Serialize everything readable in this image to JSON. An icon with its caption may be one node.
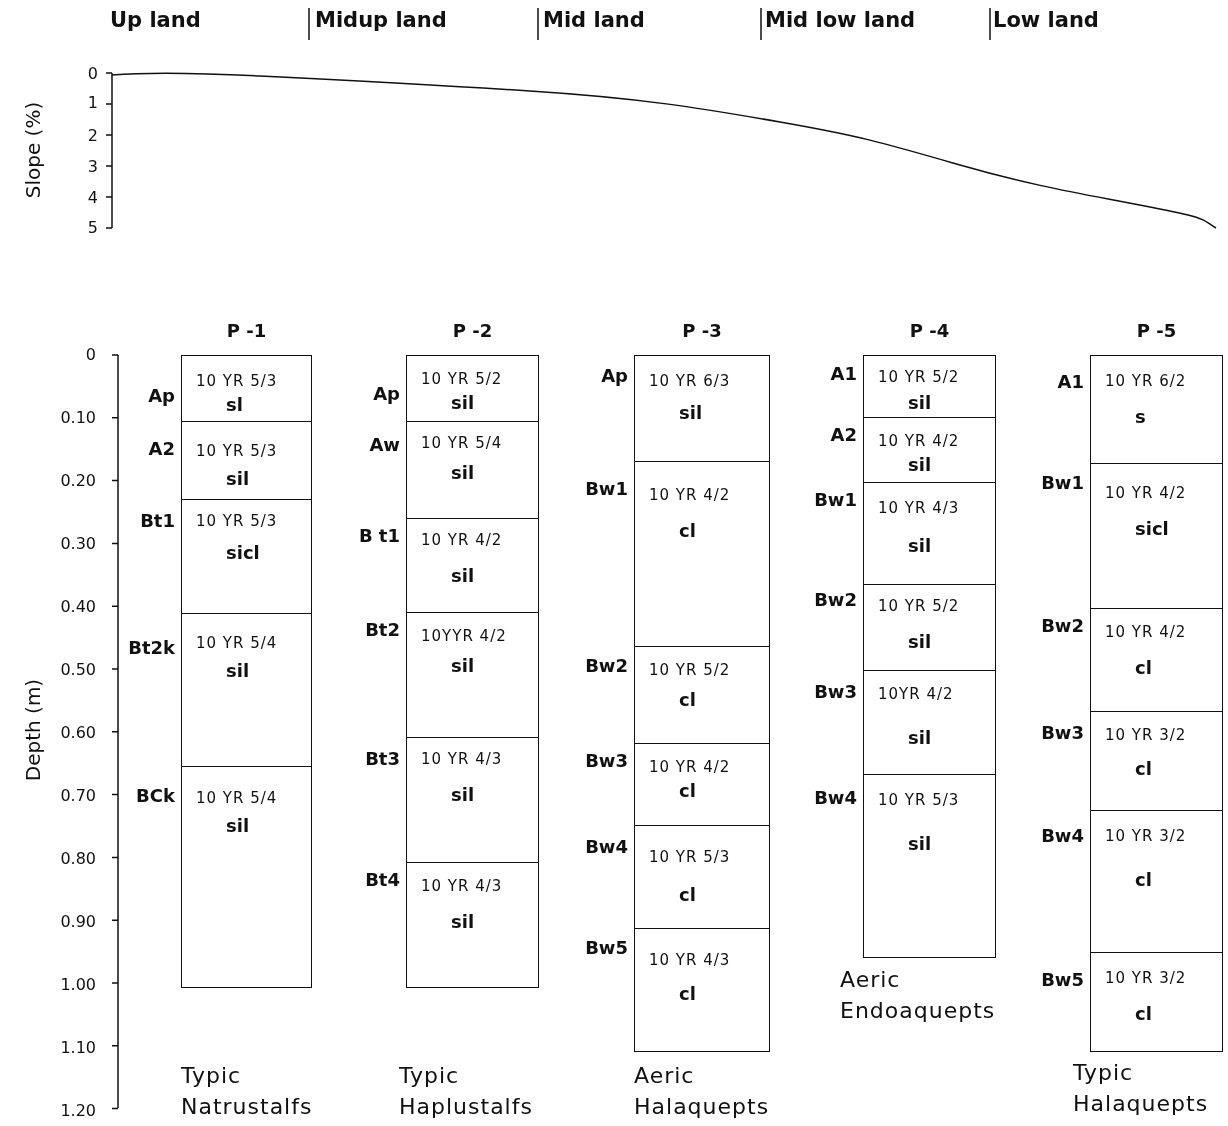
{
  "diagram": {
    "nodes": [
      {
        "text": [
          "P -1"
        ],
        "beside": [
          "Typic Natrustalfs"
        ]
      },
      {
        "text": [
          "10 YR 5/3",
          "sl"
        ],
        "in": 0,
        "beside": [
          "Ap"
        ]
      },
      {
        "text": [
          "10 YR 5/3",
          "sil"
        ],
        "in": 0,
        "beside": [
          "A2"
        ]
      },
      {
        "text": [
          "10 YR 5/3",
          "sicl"
        ],
        "in": 0,
        "beside": [
          "Bt1"
        ]
      },
      {
        "text": [
          "10 YR 5/4",
          "sil"
        ],
        "in": 0,
        "beside": [
          "Bt2k"
        ]
      },
      {
        "text": [
          "10 YR 5/4",
          "sil"
        ],
        "in": 0,
        "beside": [
          "BCk"
        ]
      },
      {
        "text": [
          "P -2"
        ],
        "beside": [
          "Typic Haplustalfs"
        ]
      },
      {
        "text": [
          "10 YR 5/2",
          "sil"
        ],
        "in": 6,
        "beside": [
          "Ap"
        ]
      },
      {
        "text": [
          "10 YR 5/4",
          "sil"
        ],
        "in": 6,
        "beside": [
          "Aw"
        ]
      },
      {
        "text": [
          "10 YR 4/2",
          "sil"
        ],
        "in": 6,
        "beside": [
          "B t1"
        ]
      },
      {
        "text": [
          "10YYR 4/2",
          "sil"
        ],
        "in": 6,
        "beside": [
          "Bt2"
        ]
      },
      {
        "text": [
          "10 YR 4/3",
          "sil"
        ],
        "in": 6,
        "beside": [
          "Bt3"
        ]
      },
      {
        "text": [
          "10 YR 4/3",
          "sil"
        ],
        "in": 6,
        "beside": [
          "Bt4"
        ]
      },
      {
        "text": [
          "P -3"
        ],
        "beside": [
          "Aeric Halaquepts"
        ]
      },
      {
        "text": [
          "10 YR 6/3",
          "sil"
        ],
        "in": 13,
        "beside": [
          "Ap"
        ]
      },
      {
        "text": [
          "10 YR 4/2",
          "cl"
        ],
        "in": 13,
        "beside": [
          "Bw1"
        ]
      },
      {
        "text": [
          "10 YR 5/2",
          "cl"
        ],
        "in": 13,
        "beside": [
          "Bw2"
        ]
      },
      {
        "text": [
          "10 YR 4/2",
          "cl"
        ],
        "in": 13,
        "beside": [
          "Bw3"
        ]
      },
      {
        "text": [
          "10 YR 5/3",
          "cl"
        ],
        "in": 13,
        "beside": [
          "Bw4"
        ]
      },
      {
        "text": [
          "10 YR 4/3",
          "cl"
        ],
        "in": 13,
        "beside": [
          "Bw5"
        ]
      },
      {
        "text": [
          "P -4"
        ],
        "beside": [
          "Aeric Endoaquepts"
        ]
      },
      {
        "text": [
          "10 YR 5/2",
          "sil"
        ],
        "in": 20,
        "beside": [
          "A1"
        ]
      },
      {
        "text": [
          "10 YR 4/2",
          "sil"
        ],
        "in": 20,
        "beside": [
          "A2"
        ]
      },
      {
        "text": [
          "10 YR 4/3",
          "sil"
        ],
        "in": 20,
        "beside": [
          "Bw1"
        ]
      },
      {
        "text": [
          "10 YR 5/2",
          "sil"
        ],
        "in": 20,
        "beside": [
          "Bw2"
        ]
      },
      {
        "text": [
          "10YR 4/2",
          "sil"
        ],
        "in": 20,
        "beside": [
          "Bw3"
        ]
      },
      {
        "text": [
          "10 YR 5/3",
          "sil"
        ],
        "in": 20,
        "beside": [
          "Bw4"
        ]
      },
      {
        "text": [
          "P -5"
        ],
        "beside": [
          "Typic Halaquepts"
        ]
      },
      {
        "text": [
          "10 YR 6/2",
          "s"
        ],
        "in": 27,
        "beside": [
          "A1"
        ]
      },
      {
        "text": [
          "10 YR 4/2",
          "sicl"
        ],
        "in": 27,
        "beside": [
          "Bw1"
        ]
      },
      {
        "text": [
          "10 YR 4/2",
          "cl"
        ],
        "in": 27,
        "beside": [
          "Bw2"
        ]
      },
      {
        "text": [
          "10 YR 3/2",
          "cl"
        ],
        "in": 27,
        "beside": [
          "Bw3"
        ]
      },
      {
        "text": [
          "10 YR 3/2",
          "cl"
        ],
        "in": 27,
        "beside": [
          "Bw4"
        ]
      },
      {
        "text": [
          "10 YR 3/2",
          "cl"
        ],
        "in": 27,
        "beside": [
          "Bw5"
        ]
      }
    ],
    "labels": [
      "Up land",
      "Midup land",
      "Mid land",
      "Mid low land",
      "Low land",
      "Slope (%)",
      "0",
      "1",
      "2",
      "3",
      "4",
      "5",
      "Depth (m)",
      "0",
      "0.10",
      "0.20",
      "0.30",
      "0.40",
      "0.50",
      "0.60",
      "0.70",
      "0.80",
      "0.90",
      "1.00",
      "1.10",
      "1.20"
    ]
  }
}
